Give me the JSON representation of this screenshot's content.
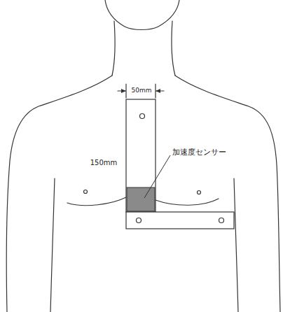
{
  "diagram": {
    "labels": [
      "50mm",
      "150mm",
      "加速度センサー"
    ]
  }
}
